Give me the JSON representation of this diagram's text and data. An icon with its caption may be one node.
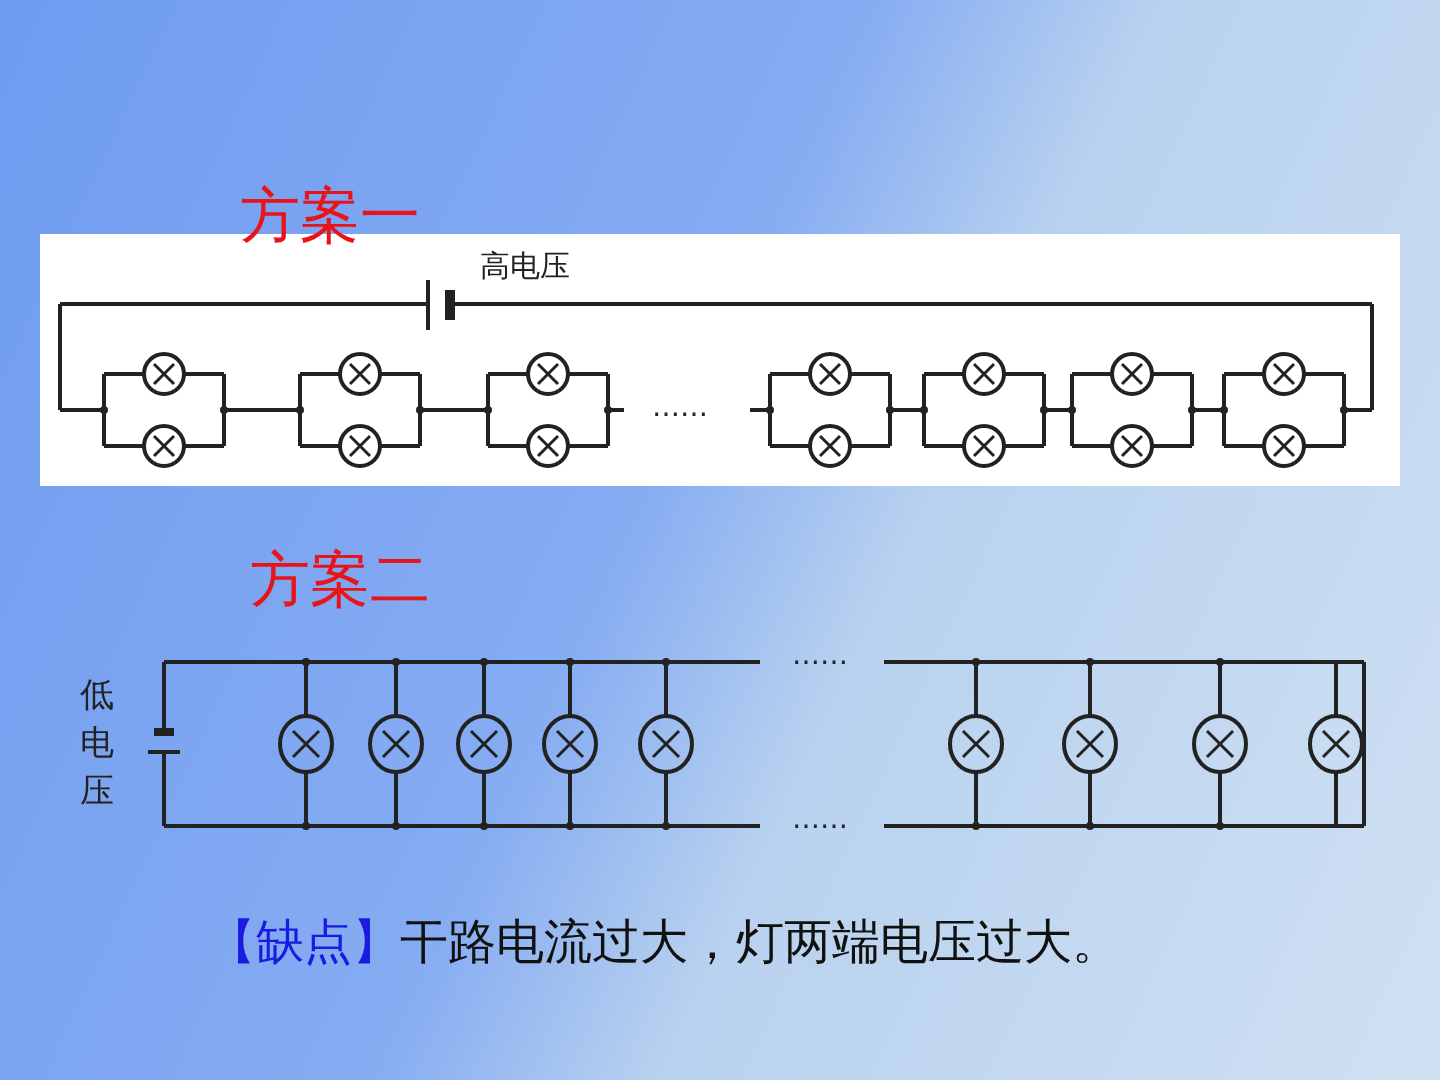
{
  "diagram": {
    "labels": [
      "方案一",
      "高电压",
      "……",
      "方案二",
      "低电压",
      "……",
      "……",
      "【缺点】",
      "干路电流过大，灯两端电压过大。"
    ]
  }
}
